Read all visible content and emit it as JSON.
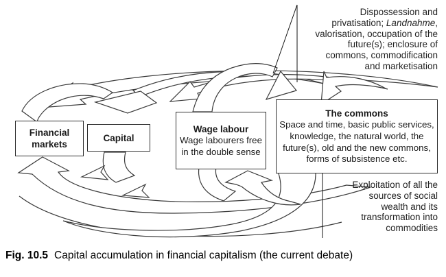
{
  "figure": {
    "boxes": {
      "financial_markets": {
        "label": "Financial markets"
      },
      "capital": {
        "label": "Capital"
      },
      "wage_labour": {
        "title": "Wage labour",
        "body": "Wage labourers free in the double sense"
      },
      "commons": {
        "title": "The commons",
        "body": "Space and time, basic public services, knowledge, the natural world, the future(s), old and the new commons, forms of subsistence etc."
      }
    },
    "annotations": {
      "top_right": {
        "line1": "Dispossession and",
        "line2_pre": "privatisation; ",
        "line2_italic": "Landnahme",
        "line2_post": ",",
        "line3": "valorisation, occupation of the",
        "line4": "future(s); enclosure of",
        "line5": "commons, commodification",
        "line6": "and marketisation"
      },
      "bottom_right": {
        "line1": "Exploitation of all the",
        "line2": "sources of social",
        "line3": "wealth and its",
        "line4": "transformation into",
        "line5": "commodities"
      }
    },
    "arrows": {
      "fill_gray": "#d5d5d5",
      "outline": "#3a3a3a"
    }
  },
  "caption": {
    "label": "Fig. 10.5",
    "text": "Capital accumulation in financial capitalism (the current debate)"
  }
}
